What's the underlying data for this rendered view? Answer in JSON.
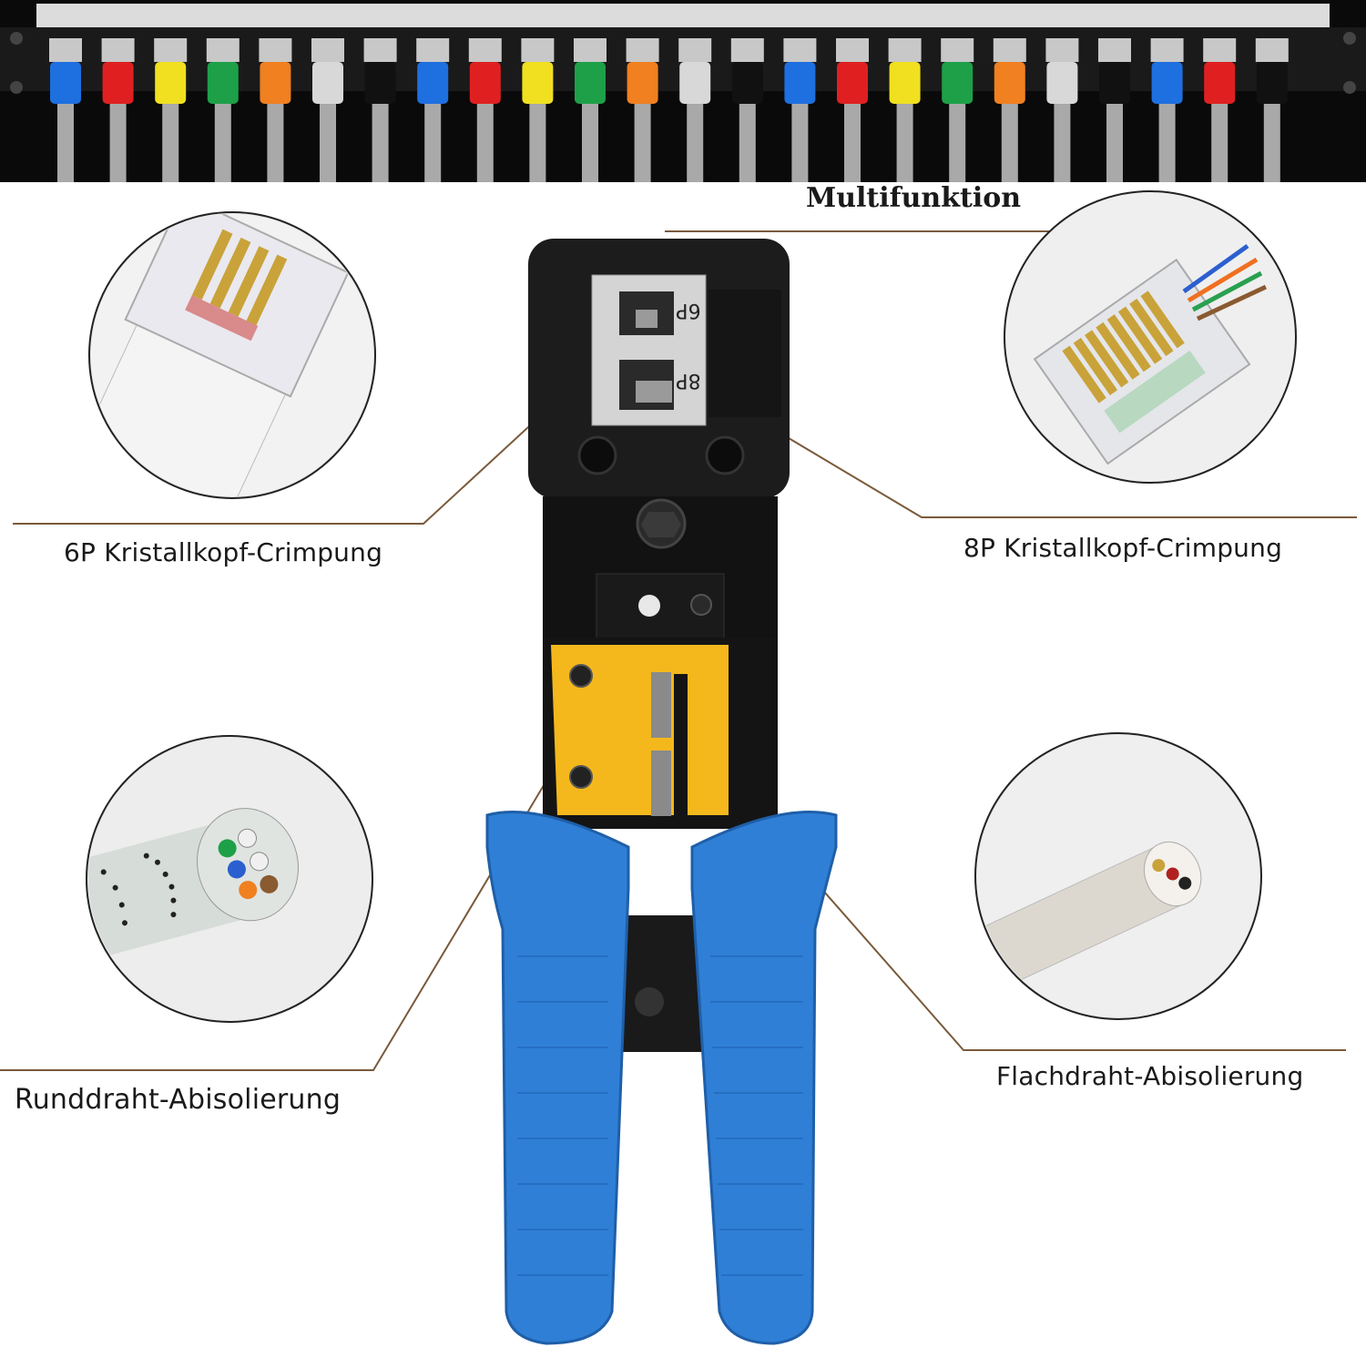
{
  "title": "Multifunktion",
  "callouts": {
    "crimp_6p": "6P Kristallkopf-Crimpung",
    "crimp_8p": "8P Kristallkopf-Crimpung",
    "round_strip": "Runddraht-Abisolierung",
    "flat_strip": "Flachdraht-Abisolierung"
  },
  "die_labels": {
    "six": "6P",
    "eight": "8P"
  },
  "colors": {
    "leader_line": "#7a5a3a",
    "handle": "#2f7fd6",
    "stripper": "#f4b81c",
    "tool_body": "#1c1c1c",
    "panel": "#111111"
  },
  "patch_cable_colors": [
    "#1e6fe0",
    "#e02020",
    "#f0e020",
    "#1ea048",
    "#f08020",
    "#d8d8d8",
    "#111111",
    "#1e6fe0",
    "#e02020",
    "#f0e020",
    "#1ea048",
    "#f08020",
    "#d8d8d8",
    "#111111",
    "#1e6fe0",
    "#e02020",
    "#f0e020",
    "#1ea048",
    "#f08020",
    "#d8d8d8",
    "#111111",
    "#1e6fe0",
    "#e02020",
    "#111111"
  ]
}
